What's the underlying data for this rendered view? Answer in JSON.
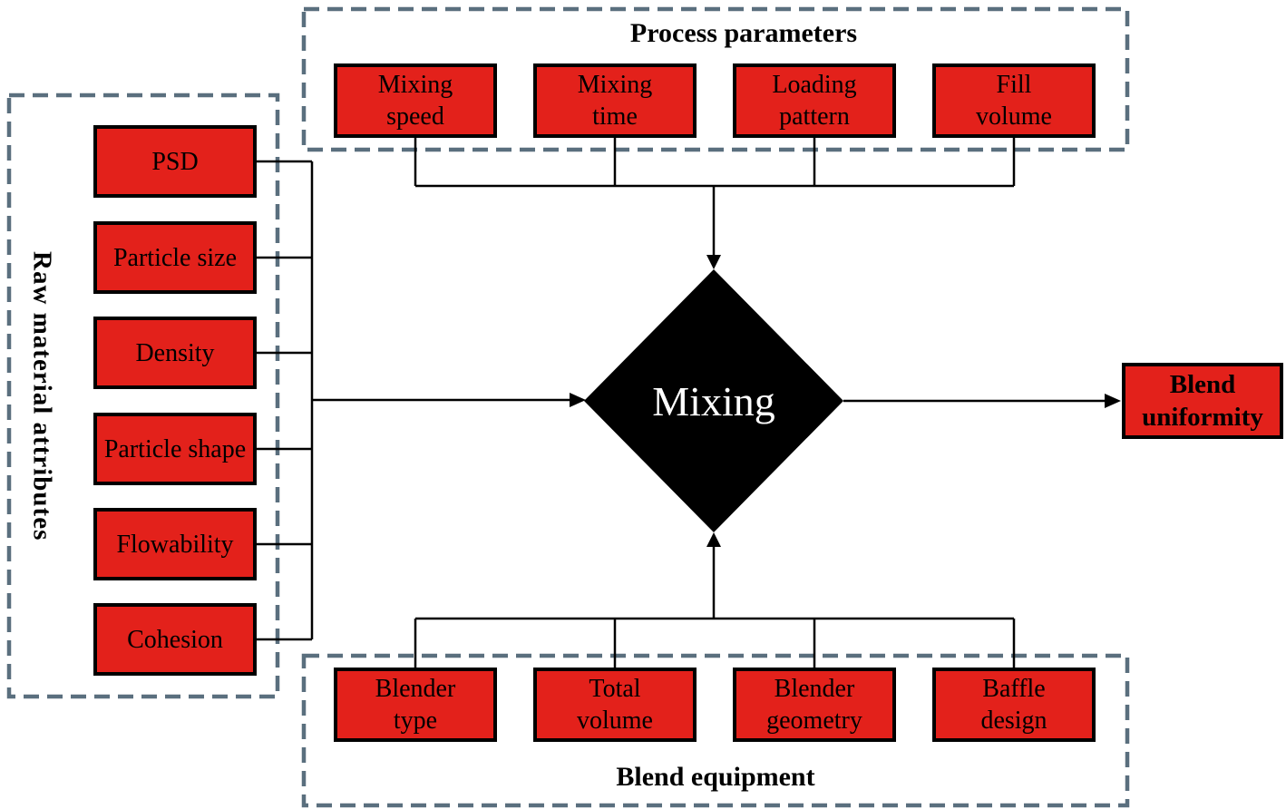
{
  "groups": {
    "raw_material": {
      "label": "Raw material attributes",
      "items": [
        "PSD",
        "Particle size",
        "Density",
        "Particle shape",
        "Flowability",
        "Cohesion"
      ]
    },
    "process": {
      "label": "Process parameters",
      "items": [
        "Mixing speed",
        "Mixing time",
        "Loading pattern",
        "Fill volume"
      ]
    },
    "equipment": {
      "label": "Blend equipment",
      "items": [
        "Blender type",
        "Total volume",
        "Blender geometry",
        "Baffle design"
      ]
    }
  },
  "center_node": {
    "label": "Mixing"
  },
  "output_node": {
    "label": "Blend uniformity"
  },
  "colors": {
    "node_fill": "#e3211b",
    "node_border": "#000000",
    "group_border": "#5a6f7e",
    "center_fill": "#000000",
    "center_text": "#ffffff",
    "connector": "#000000",
    "background": "#ffffff"
  }
}
